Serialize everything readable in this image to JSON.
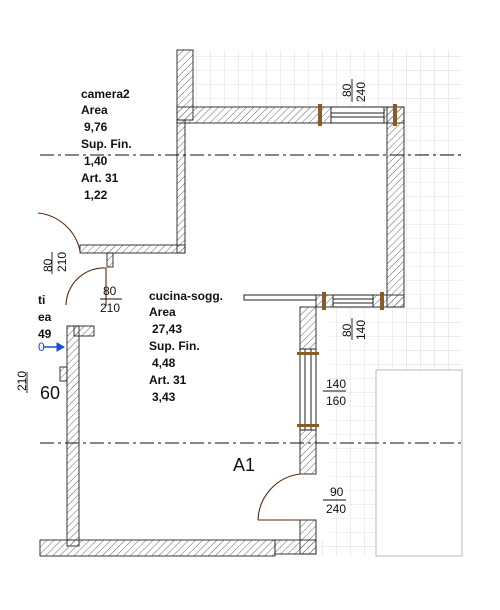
{
  "rooms": {
    "camera2": {
      "name": "camera2",
      "area_label": "Area",
      "area_value": "9,76",
      "sup_label": "Sup. Fin.",
      "sup_value": "1,40",
      "art_label": "Art. 31",
      "art_value": "1,22"
    },
    "cucina": {
      "name": "cucina-sogg.",
      "area_label": "Area",
      "area_value": "27,43",
      "sup_label": "Sup. Fin.",
      "sup_value": "4,48",
      "art_label": "Art. 31",
      "art_value": "3,43"
    },
    "left_partial": {
      "name_fragment": "ti",
      "area_fragment": "ea",
      "value_fragment": "49",
      "left_door_w": "80",
      "left_door_h": "210",
      "lower_dim": "210",
      "lower_frag": "60",
      "blue_frag": "0"
    }
  },
  "openings": {
    "top_window": {
      "w": "80",
      "h": "240"
    },
    "mid_window": {
      "w": "80",
      "h": "140"
    },
    "door_camera": {
      "w": "80",
      "h": "210"
    },
    "side_window": {
      "w": "140",
      "h": "160"
    },
    "door_entry": {
      "w": "90",
      "h": "240"
    }
  },
  "unit": {
    "label": "A1"
  },
  "colors": {
    "wall_fill": "#ffffff",
    "hatch": "#555555",
    "line": "#111111",
    "grid": "#dcdcdc",
    "door_arc": "#5a2a12",
    "marker": "#1a4fd8"
  }
}
